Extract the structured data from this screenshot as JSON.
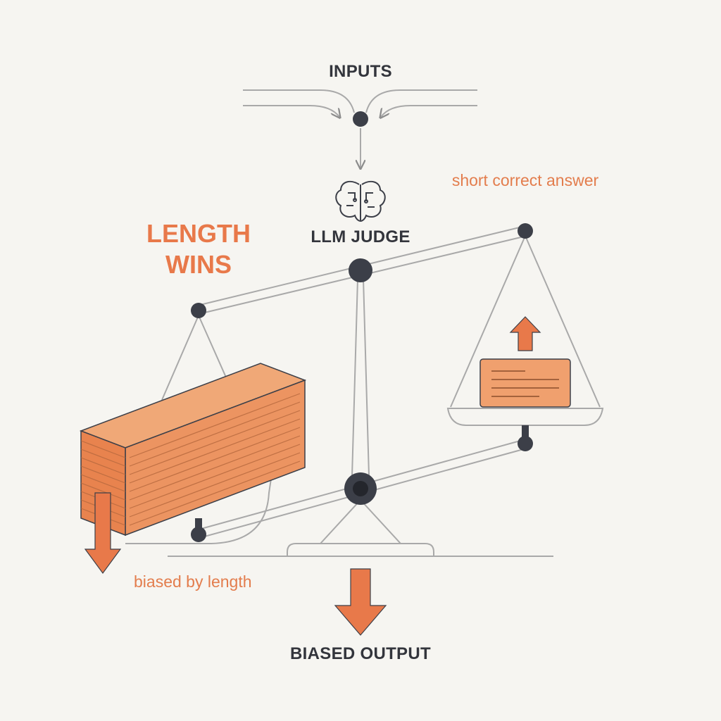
{
  "labels": {
    "inputs": "INPUTS",
    "judge": "LLM JUDGE",
    "short_answer": "short correct answer",
    "length_wins": "LENGTH WINS",
    "biased_by_length": "biased by length",
    "biased_output": "BIASED OUTPUT"
  },
  "icons": {
    "judge": "brain-circuit-icon",
    "down_arrow": "arrow-down-icon",
    "up_arrow": "arrow-up-icon"
  },
  "colors": {
    "background": "#f6f5f1",
    "accent": "#e8794a",
    "accent_fill": "#f0a06e",
    "node": "#3c3f48",
    "line": "#a9a9a9",
    "text": "#33353c"
  }
}
